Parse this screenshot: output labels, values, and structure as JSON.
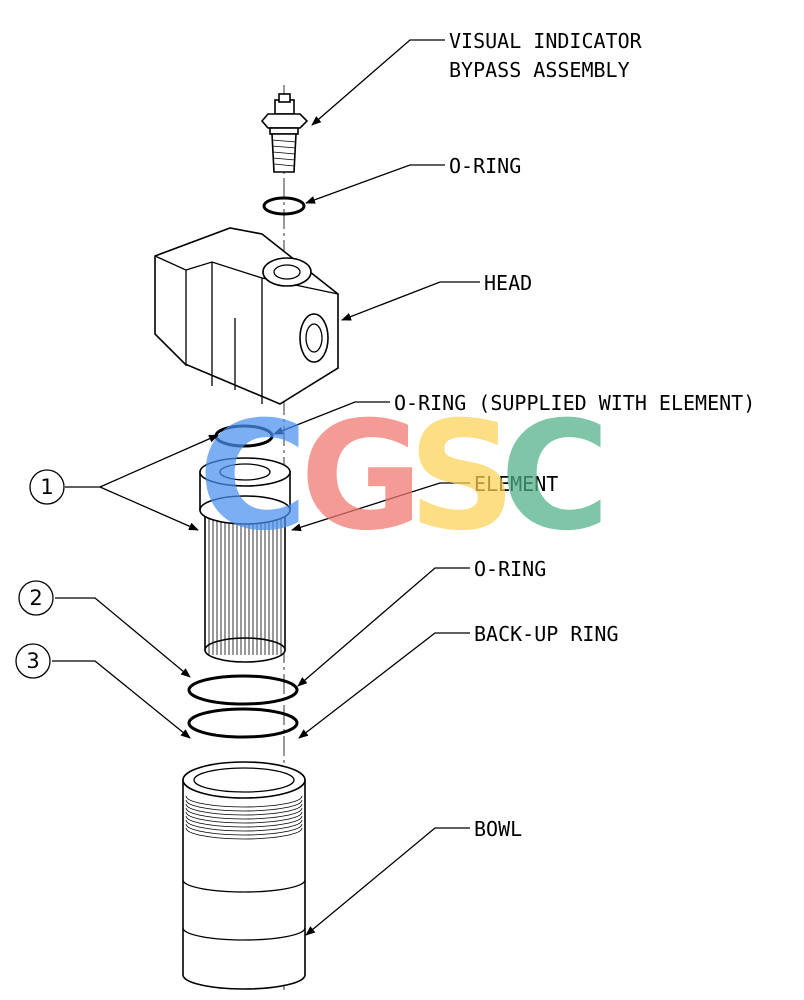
{
  "labels": {
    "visual_indicator_line1": "VISUAL INDICATOR",
    "visual_indicator_line2": "BYPASS ASSEMBLY",
    "oring_top": "O-RING",
    "head": "HEAD",
    "oring_element": "O-RING (SUPPLIED WITH ELEMENT)",
    "element": "ELEMENT",
    "oring_lower": "O-RING",
    "backup_ring": "BACK-UP RING",
    "bowl": "BOWL"
  },
  "callouts": [
    "1",
    "2",
    "3"
  ],
  "watermark": {
    "letters": [
      "C",
      "G",
      "S",
      "C"
    ],
    "colors": [
      "#4a8ff0",
      "#f0766e",
      "#fcd256",
      "#4eb188"
    ]
  }
}
